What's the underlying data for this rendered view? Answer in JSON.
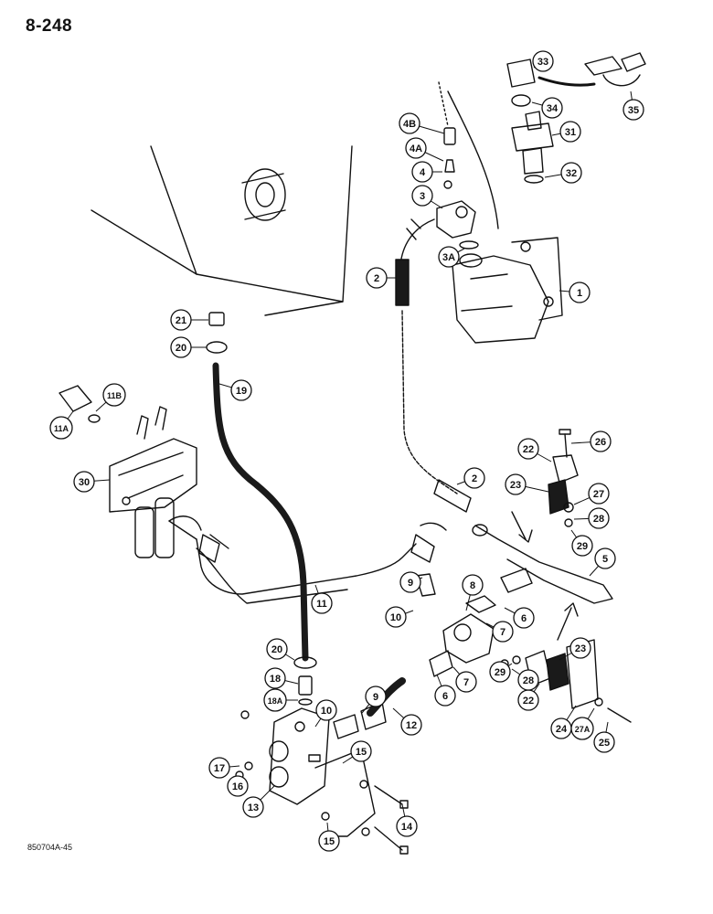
{
  "page_title": "8-248",
  "drawing_id": "850704A-45",
  "colors": {
    "ink": "#111111",
    "paper": "#ffffff",
    "hose": "#1a1a1a"
  },
  "callouts": [
    {
      "id": "1",
      "label": "1"
    },
    {
      "id": "2a",
      "label": "2"
    },
    {
      "id": "2b",
      "label": "2"
    },
    {
      "id": "3",
      "label": "3"
    },
    {
      "id": "3A",
      "label": "3A"
    },
    {
      "id": "4",
      "label": "4"
    },
    {
      "id": "4A",
      "label": "4A"
    },
    {
      "id": "4B",
      "label": "4B"
    },
    {
      "id": "5",
      "label": "5"
    },
    {
      "id": "6a",
      "label": "6"
    },
    {
      "id": "6b",
      "label": "6"
    },
    {
      "id": "7a",
      "label": "7"
    },
    {
      "id": "7b",
      "label": "7"
    },
    {
      "id": "8",
      "label": "8"
    },
    {
      "id": "9a",
      "label": "9"
    },
    {
      "id": "9b",
      "label": "9"
    },
    {
      "id": "10a",
      "label": "10"
    },
    {
      "id": "10b",
      "label": "10"
    },
    {
      "id": "11",
      "label": "11"
    },
    {
      "id": "11A",
      "label": "11A"
    },
    {
      "id": "11B",
      "label": "11B"
    },
    {
      "id": "12",
      "label": "12"
    },
    {
      "id": "13",
      "label": "13"
    },
    {
      "id": "14",
      "label": "14"
    },
    {
      "id": "15a",
      "label": "15"
    },
    {
      "id": "15b",
      "label": "15"
    },
    {
      "id": "16",
      "label": "16"
    },
    {
      "id": "17",
      "label": "17"
    },
    {
      "id": "18",
      "label": "18"
    },
    {
      "id": "18A",
      "label": "18A"
    },
    {
      "id": "19",
      "label": "19"
    },
    {
      "id": "20a",
      "label": "20"
    },
    {
      "id": "20b",
      "label": "20"
    },
    {
      "id": "21",
      "label": "21"
    },
    {
      "id": "22a",
      "label": "22"
    },
    {
      "id": "22b",
      "label": "22"
    },
    {
      "id": "23a",
      "label": "23"
    },
    {
      "id": "23b",
      "label": "23"
    },
    {
      "id": "24",
      "label": "24"
    },
    {
      "id": "25",
      "label": "25"
    },
    {
      "id": "26",
      "label": "26"
    },
    {
      "id": "27",
      "label": "27"
    },
    {
      "id": "27A",
      "label": "27A"
    },
    {
      "id": "28a",
      "label": "28"
    },
    {
      "id": "28b",
      "label": "28"
    },
    {
      "id": "29a",
      "label": "29"
    },
    {
      "id": "29b",
      "label": "29"
    },
    {
      "id": "30",
      "label": "30"
    },
    {
      "id": "31",
      "label": "31"
    },
    {
      "id": "32",
      "label": "32"
    },
    {
      "id": "33",
      "label": "33"
    },
    {
      "id": "34",
      "label": "34"
    },
    {
      "id": "35",
      "label": "35"
    }
  ]
}
